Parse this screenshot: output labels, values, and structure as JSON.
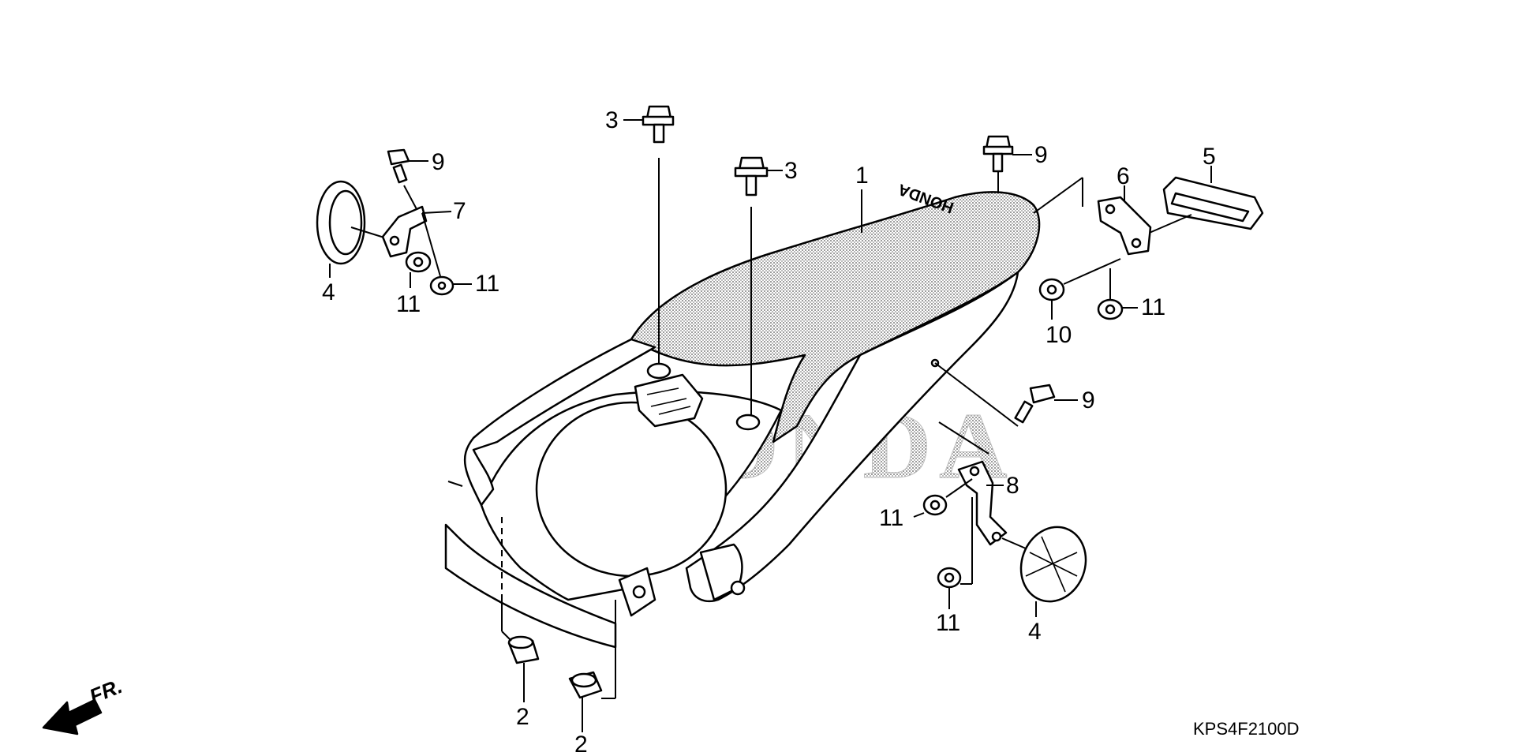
{
  "diagram": {
    "watermark": "HONDA",
    "fender_emblem": "HONDA",
    "direction_label": "FR.",
    "catalog_code": "KPS4F2100D",
    "callouts": [
      "3",
      "3",
      "9",
      "9",
      "9",
      "1",
      "6",
      "5",
      "7",
      "11",
      "11",
      "4",
      "10",
      "11",
      "8",
      "11",
      "11",
      "4",
      "2",
      "2"
    ]
  }
}
